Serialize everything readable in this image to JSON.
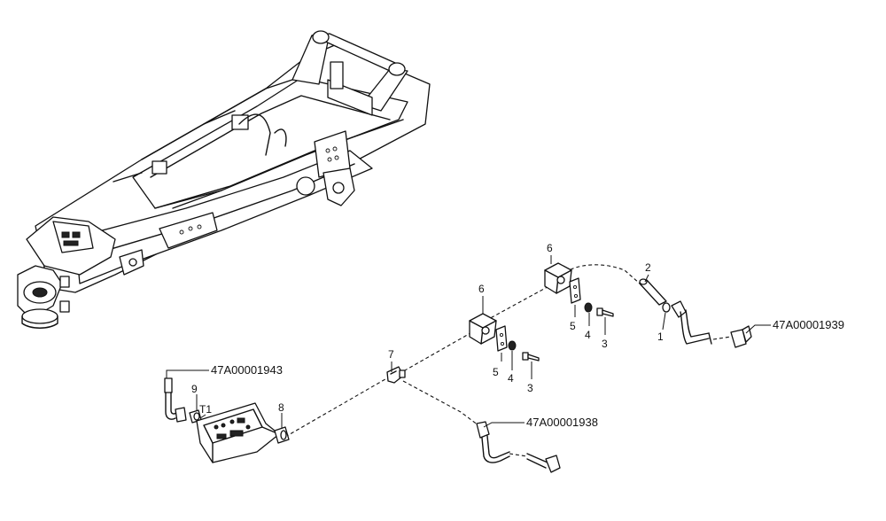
{
  "callouts": {
    "c6a": "6",
    "c6b": "6",
    "c2": "2",
    "c1": "1",
    "c5a": "5",
    "c4a": "4",
    "c3a": "3",
    "c5b": "5",
    "c4b": "4",
    "c3b": "3",
    "c7": "7",
    "c8": "8",
    "c9": "9",
    "ct1": "T1"
  },
  "part_numbers": {
    "hose_right": "47A00001939",
    "hose_left": "47A00001943",
    "hose_bottom": "47A00001938"
  }
}
